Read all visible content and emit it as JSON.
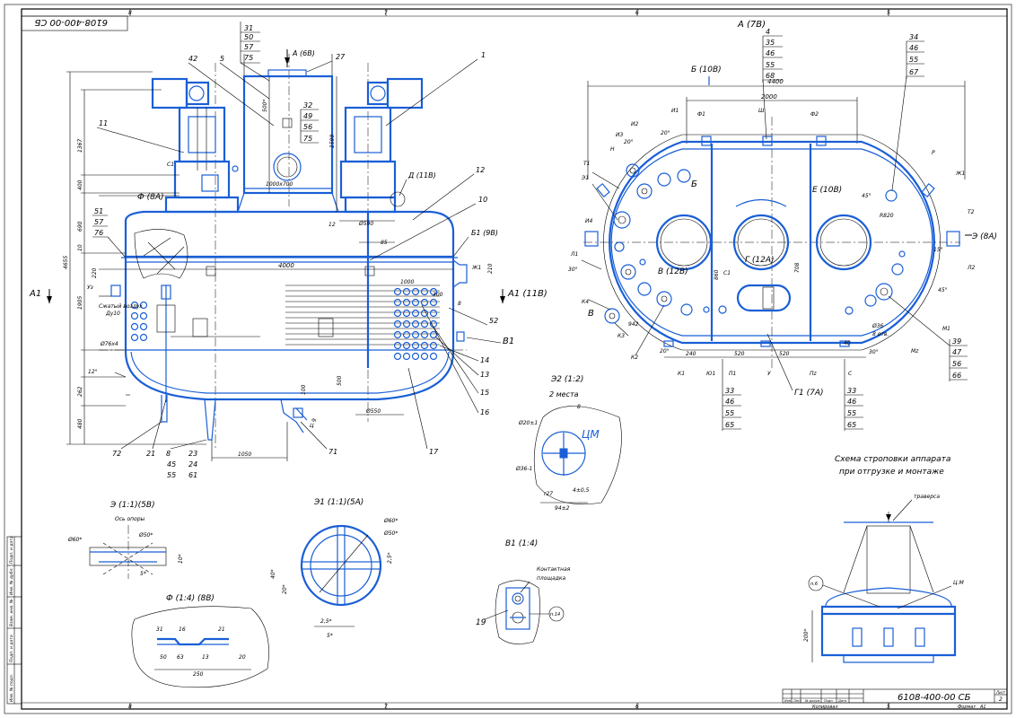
{
  "sheet": {
    "designation": "6108-400-00 СБ",
    "designation_mirror": "6108-400-00 СБ",
    "grid_letters": [
      "8",
      "7",
      "6",
      "5"
    ],
    "sheet_label": "Лист",
    "sheet_number": "2",
    "format_label": "Формат",
    "format_value": "A1",
    "copied_label": "Копировал",
    "titleblock_cols": [
      "Изм",
      "Лист",
      "№ докум.",
      "Подп.",
      "Дата"
    ],
    "side_stamp": [
      "Инв. № подл.",
      "Подп. и дата",
      "Взам. инв. №",
      "Инв. № дубл.",
      "Подп. и дата"
    ]
  },
  "main_view": {
    "callouts_top": [
      "31",
      "50",
      "57",
      "75"
    ],
    "callouts_mid": [
      "32",
      "49",
      "56",
      "75"
    ],
    "callout_42": "42",
    "callout_5": "5",
    "callout_27": "27",
    "callout_1": "1",
    "callout_11": "11",
    "callout_12": "12",
    "callout_10": "10",
    "view_A_ref": "А (6В)",
    "D_ref": "Д (11В)",
    "F_ref": "Ф (8А)",
    "B1_ref": "Б1 (9В)",
    "A1_left": "А1",
    "A1_right": "А1 (11В)",
    "V1_ref": "В1",
    "callout_52": "52",
    "callouts_right": [
      "14",
      "13",
      "15",
      "16"
    ],
    "callout_17": "17",
    "callout_51_group": [
      "51",
      "57",
      "76"
    ],
    "bottom_callouts": [
      "72",
      "21",
      "8",
      "23",
      "24",
      "71"
    ],
    "bottom_45": "45",
    "bottom_55": "55",
    "bottom_61": "61",
    "dims": {
      "d4655": "4655",
      "d1367": "1367",
      "d400": "400",
      "d690": "690",
      "d10": "10",
      "d1905": "1905",
      "d262": "262",
      "d480": "480",
      "d220": "220",
      "d4000": "4000",
      "d1599": "1599",
      "d500": "500*",
      "d1000x700": "1000x700",
      "d12": "12",
      "d590": "Ø590",
      "d85": "85",
      "d1000": "1000",
      "d300": "300",
      "d210": "210",
      "d550": "Ø550",
      "d500b": "500",
      "d100": "100",
      "d1050": "1050",
      "d12deg": "12°",
      "d76x4": "Ø76x4",
      "d8": "8",
      "d9": "9"
    },
    "air_label": "Сжатый воздух",
    "du_label": "Ду10",
    "nozzle_s1": "С1",
    "nozzle_zh1": "Ж1",
    "nozzle_u3": "Уз",
    "nozzle_ts": "Ц"
  },
  "plan_view": {
    "title": "А (7В)",
    "B_ref": "Б (10В)",
    "callouts_top": [
      "4",
      "35",
      "46",
      "55",
      "68"
    ],
    "callouts_right": [
      "34",
      "46",
      "55",
      "67"
    ],
    "d4400": "4400",
    "d2000": "2000",
    "E_ref": "Е (10В)",
    "Gamma_ref": "Г (12А)",
    "V_ref": "В (12В)",
    "E3_ref": "Э (8А)",
    "G1_ref": "Г1 (7А)",
    "callouts_bottom_left": [
      "33",
      "46",
      "55",
      "65"
    ],
    "callouts_bottom_right": [
      "33",
      "46",
      "55",
      "65"
    ],
    "callouts_br": [
      "39",
      "47",
      "56",
      "66"
    ],
    "d240": "240",
    "d520a": "520",
    "d520b": "520",
    "d40": "40",
    "d860": "860",
    "d708": "708",
    "d942": "942",
    "a20": "20°",
    "a45": "45°",
    "a30": "30°",
    "a15": "15°",
    "r1820": "R820",
    "holes": "Ø36",
    "holes_n": "8 отв.",
    "nozzle_letters": [
      "И2",
      "И3",
      "Н",
      "Т1",
      "Э1",
      "И4",
      "Л1",
      "К4",
      "К3",
      "К2",
      "К1",
      "Ю1",
      "П1",
      "С1",
      "У",
      "Пz",
      "С",
      "Мz",
      "М1",
      "Л2",
      "Т2",
      "Ж1",
      "Р",
      "Ф1",
      "Ш",
      "Ф2",
      "И1",
      "Б",
      "В"
    ]
  },
  "details": {
    "E2_title": "Э2 (1:2)",
    "E2_sub": "2 места",
    "E2_d20": "Ø20±1",
    "E2_d36": "Ø36-1",
    "E2_94": "94±2",
    "E2_4": "4±0,5",
    "E2_r27": "r27",
    "E2_CM": "ЦМ",
    "E2_8": "8",
    "E_title": "Э (1:1)(5В)",
    "E_axis": "Ось опоры",
    "E_d60": "Ø60*",
    "E_d50": "Ø50*",
    "E_10": "10*",
    "E_5": "5*",
    "E1_title": "Э1 (1:1)(5А)",
    "E1_d60": "Ø60*",
    "E1_d50": "Ø50*",
    "E1_40": "40*",
    "E1_20": "20*",
    "E1_25": "2,5*",
    "E1_5": "5*",
    "F_title": "Ф (1:4) (8В)",
    "F_dims": [
      "31",
      "16",
      "21",
      "50",
      "63",
      "13",
      "20",
      "250"
    ],
    "V1_title": "В1 (1:4)",
    "V1_contact": "Контактная",
    "V1_area": "площадка",
    "V1_19": "19",
    "V1_n14": "п.14",
    "sling_title1": "Схема строповки аппарата",
    "sling_title2": "при отгрузке и монтаже",
    "sling_traverse": "траверса",
    "sling_n6": "п.6",
    "sling_cm": "Ц.М",
    "sling_200": "200*"
  }
}
